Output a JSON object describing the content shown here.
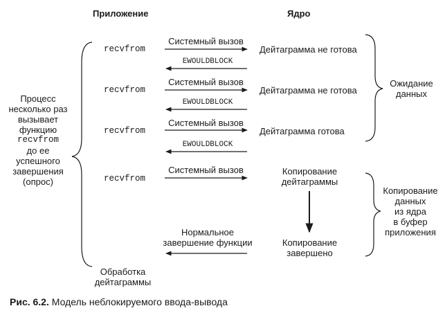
{
  "header": {
    "app": "Приложение",
    "kernel": "Ядро"
  },
  "calls": [
    "recvfrom",
    "recvfrom",
    "recvfrom",
    "recvfrom"
  ],
  "syscall_label": "Системный вызов",
  "return_label": "EWOULDBLOCK",
  "kernel_states": {
    "not_ready_1": "Дейтаграмма не готова",
    "not_ready_2": "Дейтаграмма не готова",
    "ready": "Дейтаграмма готова",
    "copying": [
      "Копирование",
      "дейтаграммы"
    ],
    "copy_done": [
      "Копирование",
      "завершено"
    ]
  },
  "normal_return": [
    "Нормальное",
    "завершение функции"
  ],
  "left_note": {
    "lines": [
      "Процесс",
      "несколько раз",
      "вызывает",
      "функцию",
      "recvfrom",
      "до ее",
      "успешного",
      "завершения",
      "(опрос)"
    ]
  },
  "processing": [
    "Обработка",
    "дейтаграммы"
  ],
  "wait_note": [
    "Ожидание",
    "данных"
  ],
  "copy_note": [
    "Копирование",
    "данных",
    "из ядра",
    "в буфер",
    "приложения"
  ],
  "caption": {
    "prefix": "Рис. 6.2.",
    "text": " Модель неблокируемого ввода-вывода"
  }
}
